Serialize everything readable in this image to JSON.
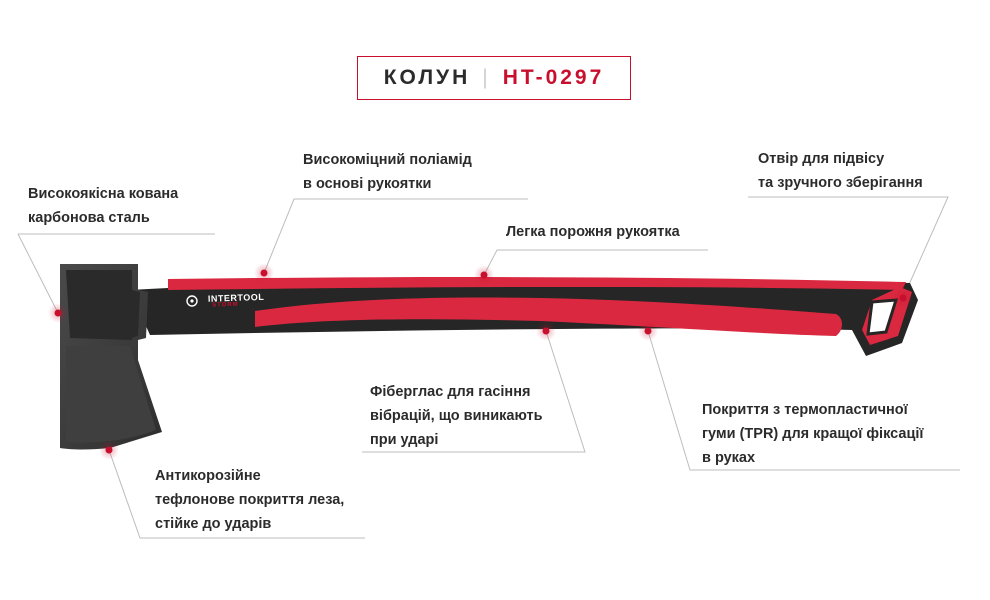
{
  "title": {
    "name": "КОЛУН",
    "separator": "|",
    "model": "HT-0297"
  },
  "brand": {
    "logo": "INTERTOOL",
    "sub": "STORM"
  },
  "callouts": {
    "steel": [
      "Високоякісна кована",
      "карбонова сталь"
    ],
    "polyamide": [
      "Високоміцний поліамід",
      "в основі рукоятки"
    ],
    "hanging_hole": [
      "Отвір для підвісу",
      "та зручного зберігання"
    ],
    "hollow_handle": [
      "Легка порожня рукоятка"
    ],
    "fiberglass": [
      "Фіберглас для гасіння",
      "вібрацій, що виникають",
      "при ударі"
    ],
    "tpr": [
      "Покриття з термопластичної",
      "гуми (TPR) для кращої фіксації",
      "в руках"
    ],
    "coating": [
      "Антикорозійне",
      "тефлонове покриття леза,",
      "стійке до ударів"
    ]
  },
  "colors": {
    "accent": "#c8102e",
    "handle_red": "#d9283f",
    "handle_black": "#262626",
    "blade": "#3a3a3a",
    "leader_line": "#bdbdbd"
  }
}
